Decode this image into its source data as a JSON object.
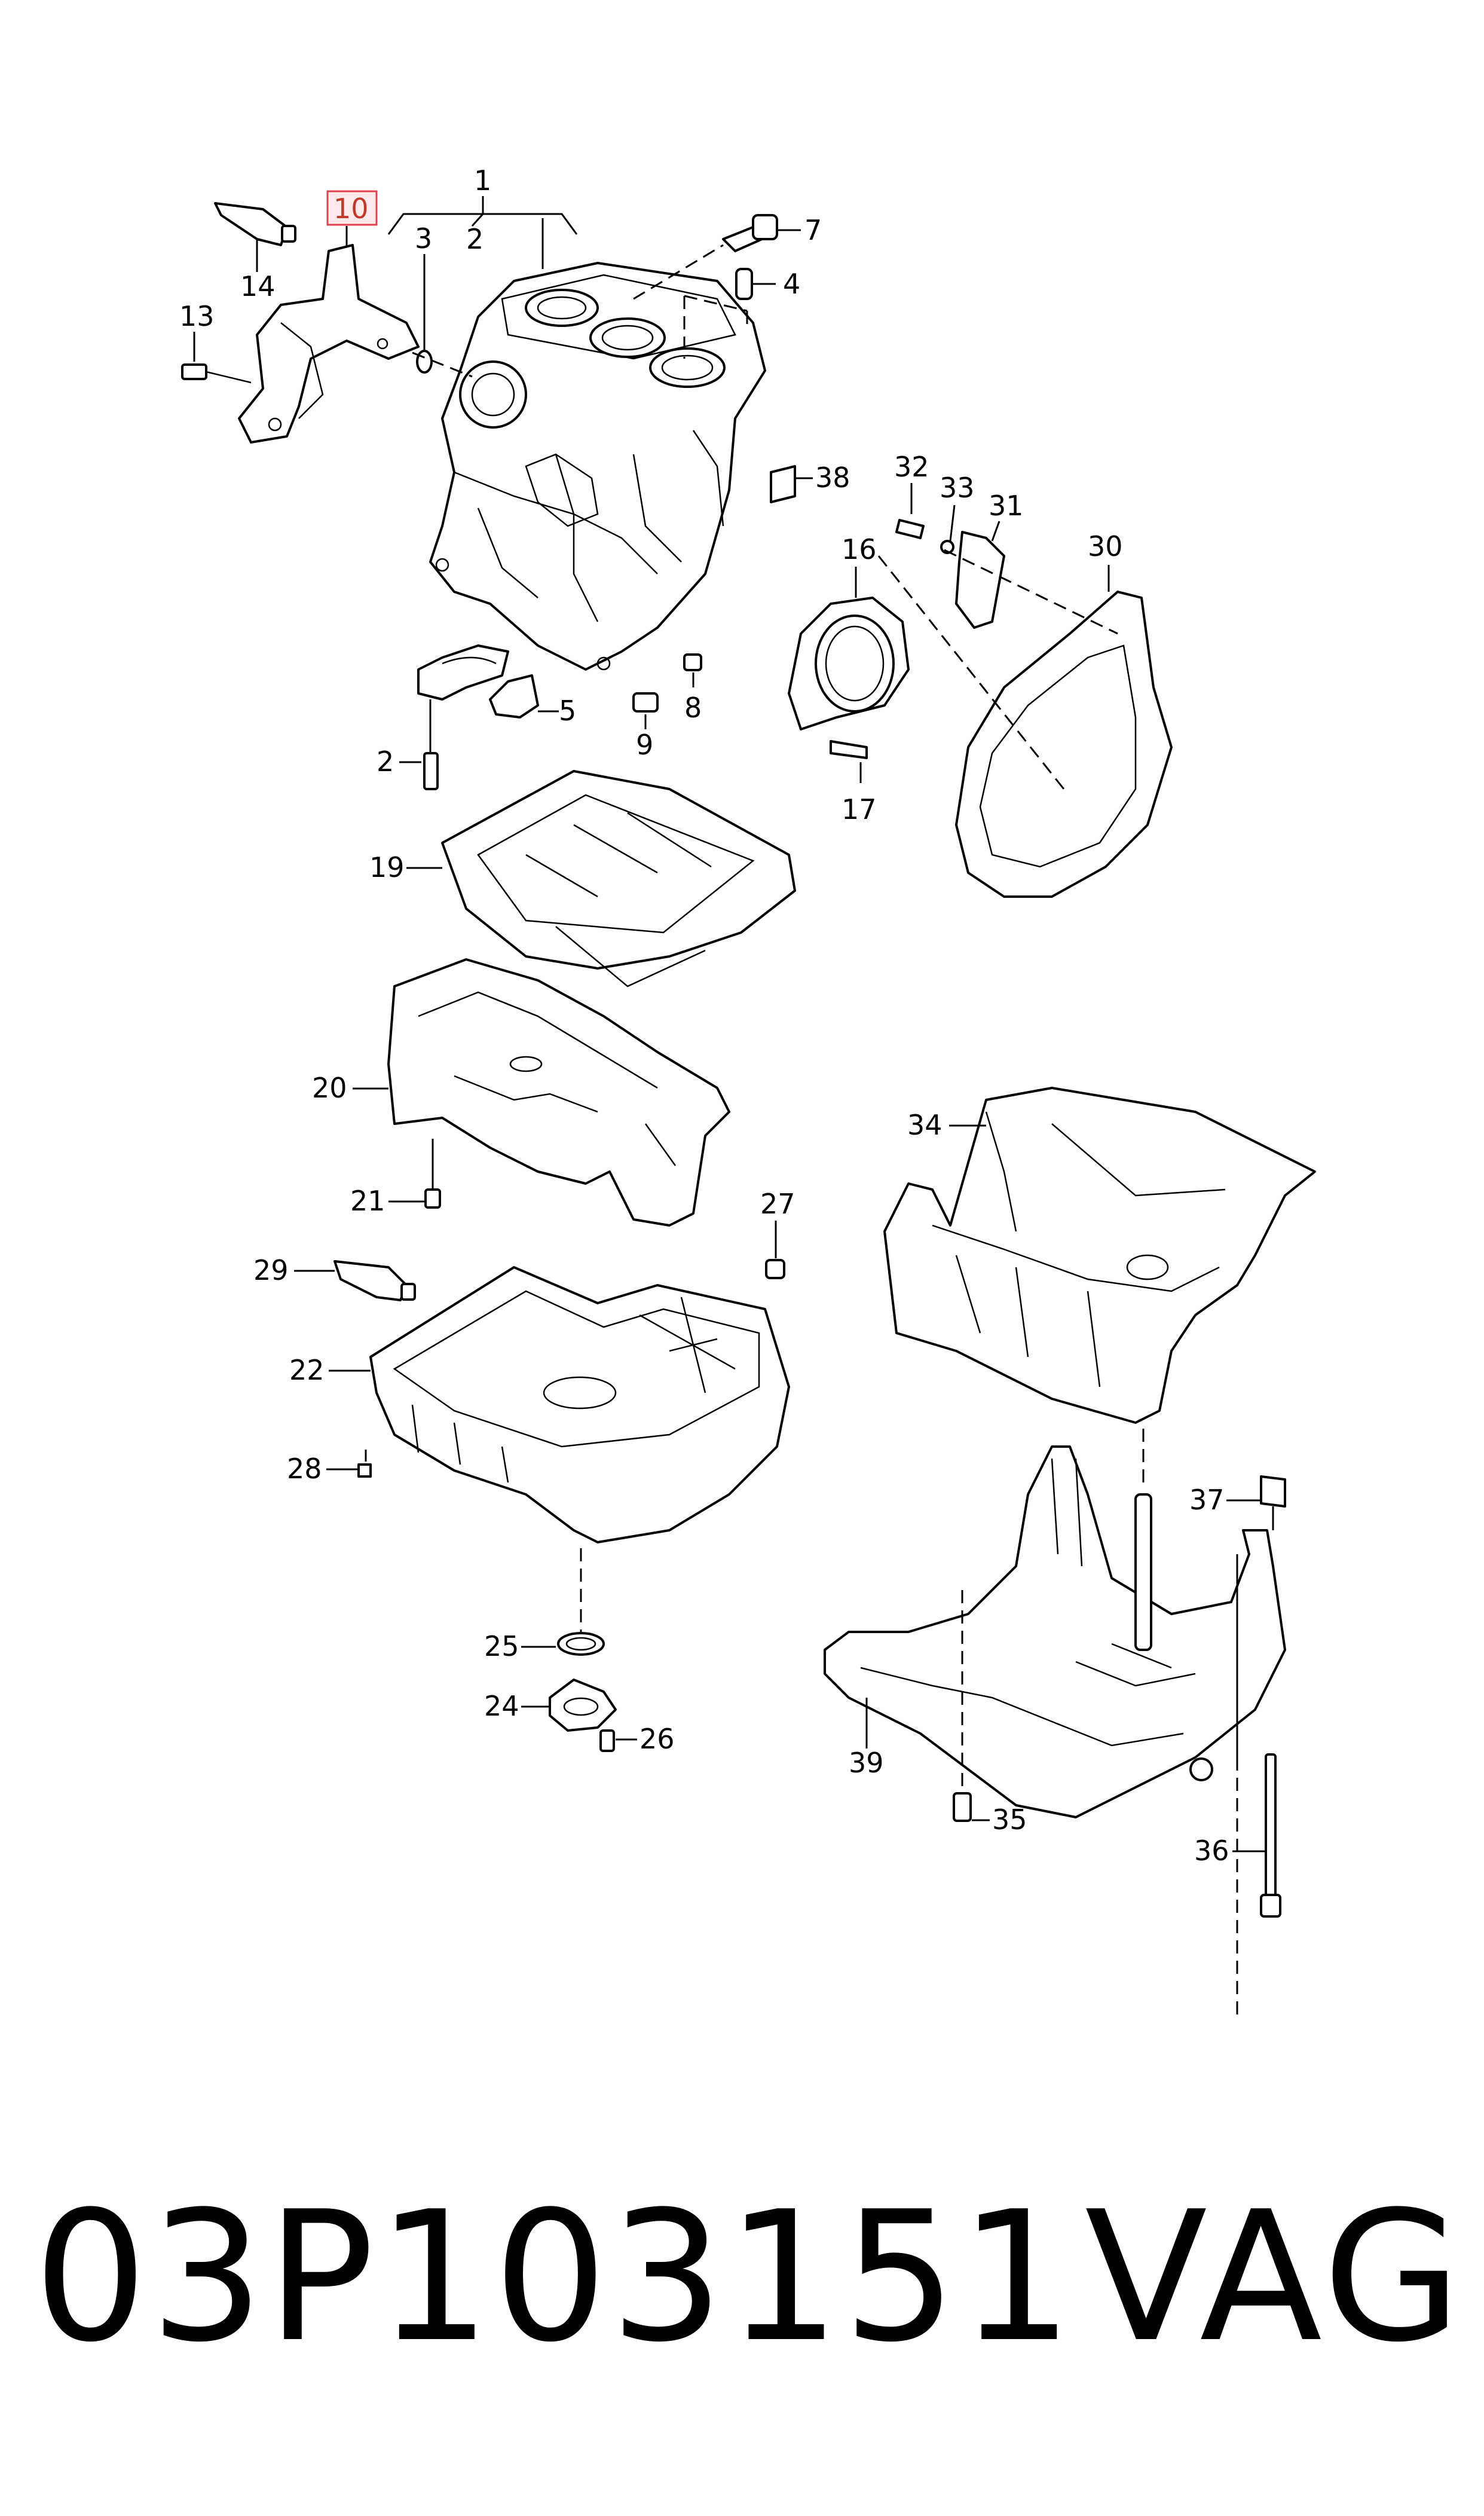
{
  "callouts": [
    {
      "id": "1",
      "label": "1"
    },
    {
      "id": "2a",
      "label": "2"
    },
    {
      "id": "2b",
      "label": "2"
    },
    {
      "id": "3",
      "label": "3"
    },
    {
      "id": "4",
      "label": "4"
    },
    {
      "id": "5",
      "label": "5"
    },
    {
      "id": "7",
      "label": "7"
    },
    {
      "id": "8",
      "label": "8"
    },
    {
      "id": "9",
      "label": "9"
    },
    {
      "id": "10",
      "label": "10",
      "highlighted": true
    },
    {
      "id": "13",
      "label": "13"
    },
    {
      "id": "14",
      "label": "14"
    },
    {
      "id": "16",
      "label": "16"
    },
    {
      "id": "17",
      "label": "17"
    },
    {
      "id": "19",
      "label": "19"
    },
    {
      "id": "20",
      "label": "20"
    },
    {
      "id": "21",
      "label": "21"
    },
    {
      "id": "22",
      "label": "22"
    },
    {
      "id": "24",
      "label": "24"
    },
    {
      "id": "25",
      "label": "25"
    },
    {
      "id": "26",
      "label": "26"
    },
    {
      "id": "27",
      "label": "27"
    },
    {
      "id": "28",
      "label": "28"
    },
    {
      "id": "29",
      "label": "29"
    },
    {
      "id": "30",
      "label": "30"
    },
    {
      "id": "31",
      "label": "31"
    },
    {
      "id": "32",
      "label": "32"
    },
    {
      "id": "33",
      "label": "33"
    },
    {
      "id": "34",
      "label": "34"
    },
    {
      "id": "35",
      "label": "35"
    },
    {
      "id": "36",
      "label": "36"
    },
    {
      "id": "37",
      "label": "37"
    },
    {
      "id": "38",
      "label": "38"
    },
    {
      "id": "39",
      "label": "39"
    }
  ],
  "highlight_color": "#e0434f",
  "footer": {
    "part_number": "03P103151",
    "brand": "VAG"
  }
}
